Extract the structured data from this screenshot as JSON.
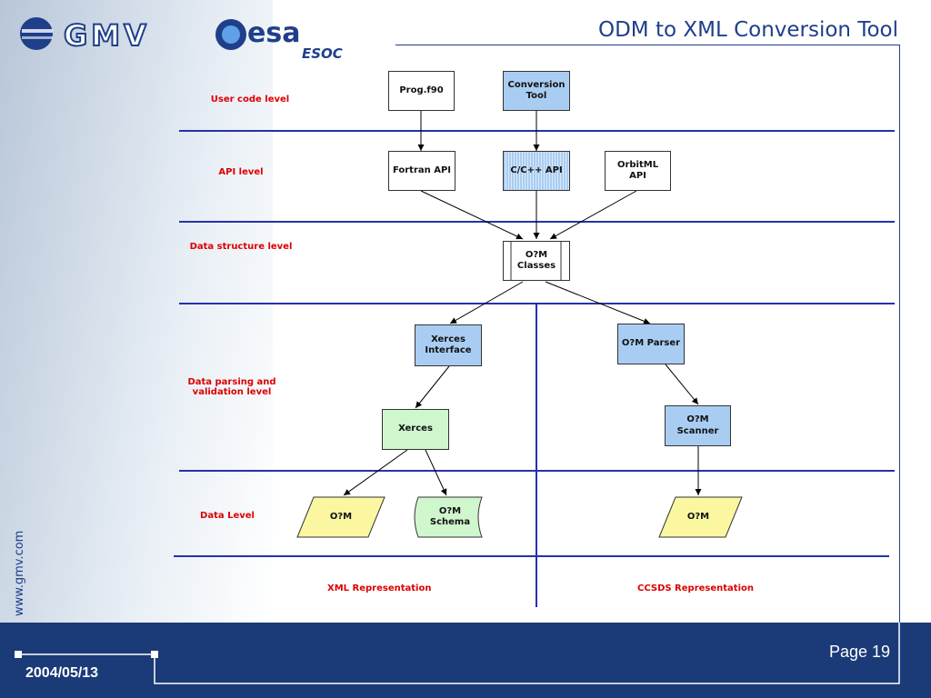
{
  "title": "ODM to XML Conversion Tool",
  "logos": {
    "gmv": "GMV",
    "esa": "esa",
    "esoc": "ESOC"
  },
  "url": "www.gmv.com",
  "page": "Page 19",
  "date": "2004/05/13",
  "levels": {
    "user_code": "User  code  level",
    "api": "API  level",
    "data_structure": "Data  structure  level",
    "data_parsing": "Data  parsing and\nvalidation   level",
    "data": "Data  Level"
  },
  "nodes": {
    "prog_f90": "Prog.f90",
    "conversion_tool": "Conversion\nTool",
    "fortran_api": "Fortran  API",
    "cpp_api": "C/C++  API",
    "orbitml_api": "OrbitML\nAPI",
    "om_classes": "O?M\nClasses",
    "xerces_interface": "Xerces\nInterface",
    "om_parser": "O?M   Parser",
    "xerces": "Xerces",
    "om_scanner": "O?M\nScanner",
    "om_data_xml": "O?M",
    "om_schema": "O?M\nSchema",
    "om_data_ccsds": "O?M"
  },
  "representations": {
    "xml": "XML  Representation",
    "ccsds": "CCSDS  Representation"
  },
  "colors": {
    "navy": "#1b3a78",
    "rule_blue": "#2233aa",
    "level_red": "#dd0000",
    "box_blue": "#a9cdf2",
    "box_green": "#cff6cd",
    "box_yellow": "#fbf7a0"
  }
}
